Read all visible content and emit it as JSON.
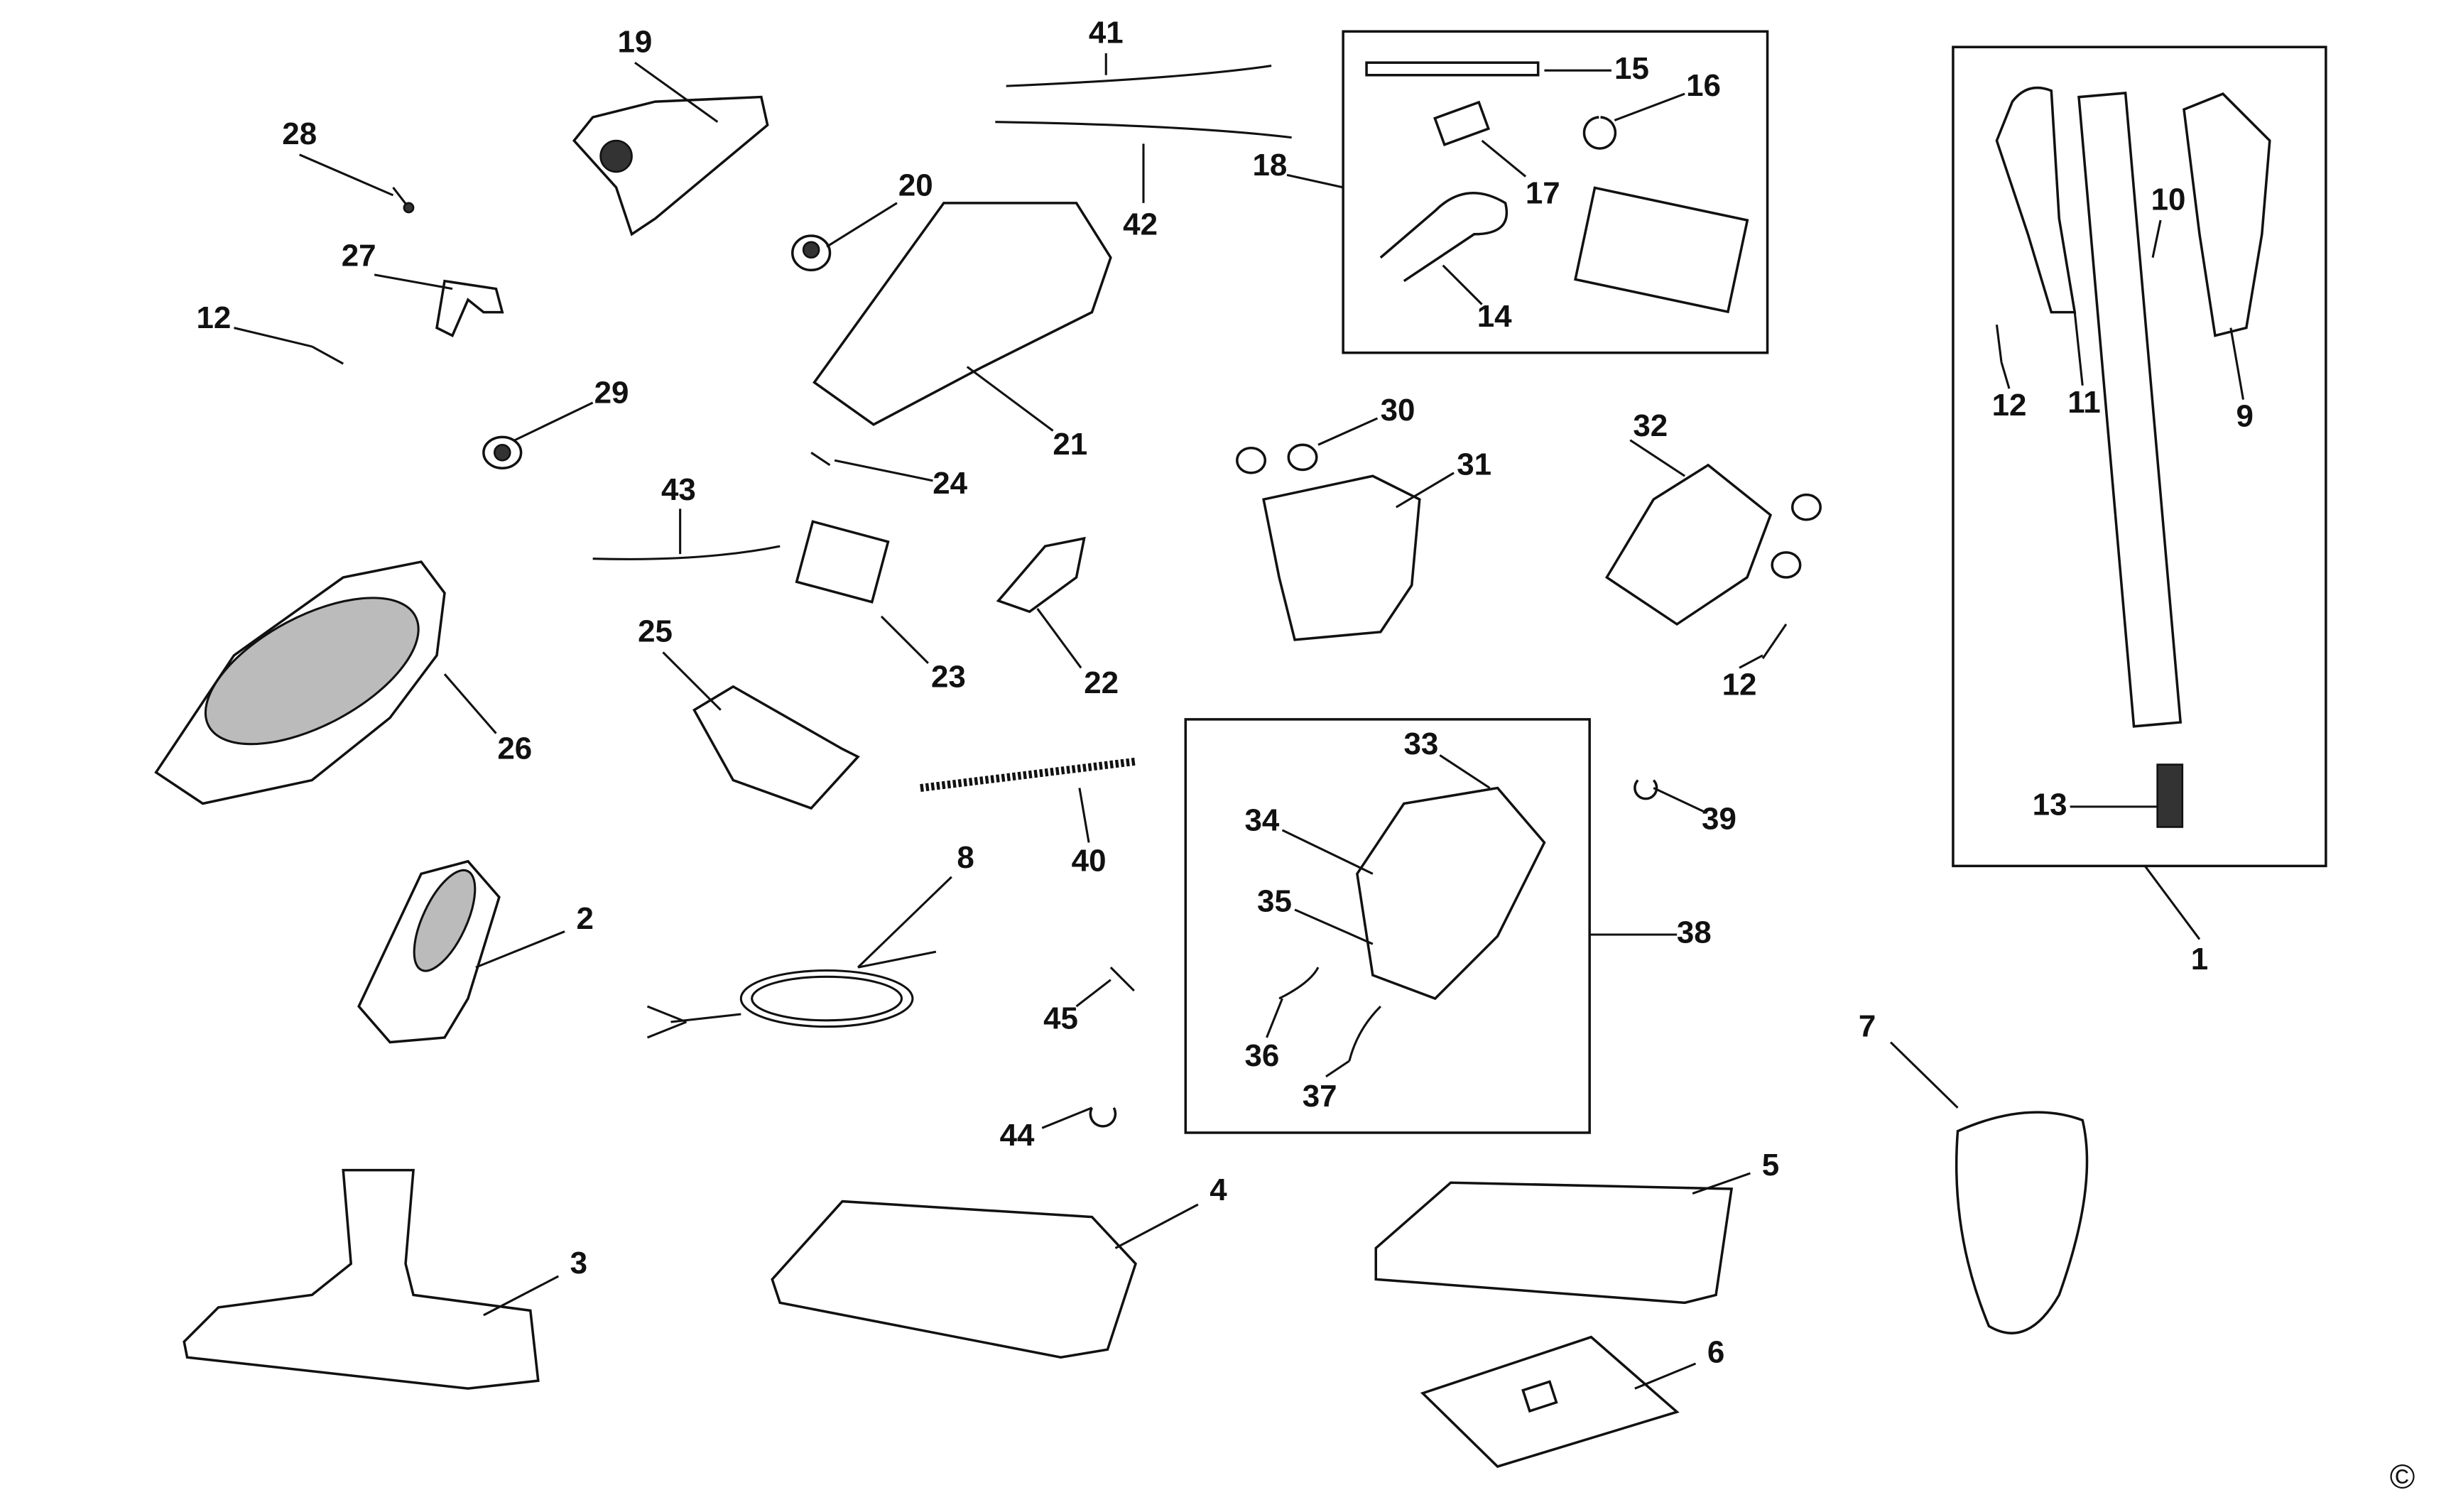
{
  "diagram": {
    "type": "exploded-parts-diagram",
    "labels": [
      "19",
      "28",
      "27",
      "12",
      "29",
      "41",
      "42",
      "20",
      "21",
      "24",
      "43",
      "23",
      "22",
      "25",
      "26",
      "18",
      "15",
      "16",
      "17",
      "14",
      "30",
      "31",
      "32",
      "12",
      "10",
      "12",
      "11",
      "9",
      "13",
      "1",
      "33",
      "34",
      "35",
      "36",
      "37",
      "38",
      "39",
      "40",
      "8",
      "2",
      "45",
      "44",
      "4",
      "5",
      "3",
      "7",
      "6"
    ],
    "copyright_symbol": "©"
  }
}
